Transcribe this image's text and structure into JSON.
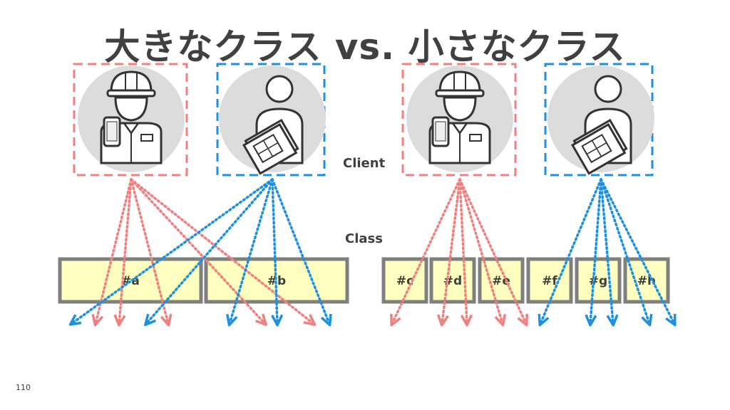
{
  "title": "大きなクラス vs. 小さなクラス",
  "labels": {
    "client": "Client",
    "class": "Class"
  },
  "page_number": "110",
  "colors": {
    "red": "#F08080",
    "blue": "#1E90E0",
    "box_fill": "#FFFFC0",
    "box_border": "#7F7F7F"
  },
  "clients": [
    {
      "id": "L-worker",
      "icon": "worker-with-phone-icon",
      "color": "red"
    },
    {
      "id": "L-designer",
      "icon": "person-with-blueprint-icon",
      "color": "blue"
    },
    {
      "id": "R-worker",
      "icon": "worker-with-phone-icon",
      "color": "red"
    },
    {
      "id": "R-designer",
      "icon": "person-with-blueprint-icon",
      "color": "blue"
    }
  ],
  "classes": [
    "#a",
    "#b",
    "#c",
    "#d",
    "#e",
    "#f",
    "#g",
    "#h"
  ]
}
